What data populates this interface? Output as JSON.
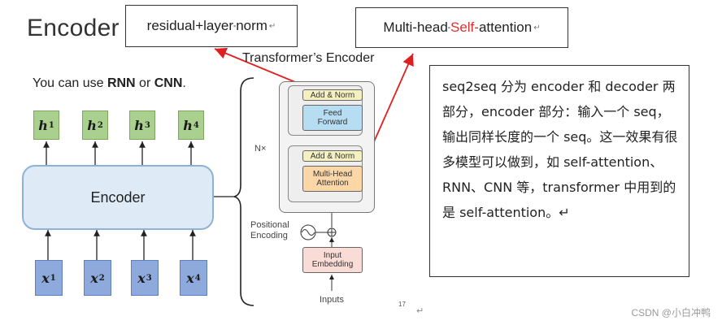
{
  "title": "Encoder",
  "callouts": {
    "left": {
      "text": "residual+layer",
      "dot": "▪",
      "text2": "norm",
      "mark": "↵"
    },
    "right": {
      "text": "Multi-head",
      "dot": "▪",
      "highlight": "Self-",
      "text2": "attention",
      "mark": "↵"
    }
  },
  "left_diagram": {
    "subtitle_prefix": "You can use ",
    "subtitle_rnn": "RNN",
    "subtitle_or": " or ",
    "subtitle_cnn": "CNN",
    "subtitle_suffix": ".",
    "encoder_label": "Encoder",
    "outputs": [
      {
        "base": "h",
        "sup": "1"
      },
      {
        "base": "h",
        "sup": "2"
      },
      {
        "base": "h",
        "sup": "3"
      },
      {
        "base": "h",
        "sup": "4"
      }
    ],
    "inputs": [
      {
        "base": "x",
        "sup": "1"
      },
      {
        "base": "x",
        "sup": "2"
      },
      {
        "base": "x",
        "sup": "3"
      },
      {
        "base": "x",
        "sup": "4"
      }
    ]
  },
  "transformer": {
    "title": "Transformer’s Encoder",
    "add_norm": "Add & Norm",
    "feed_forward_l1": "Feed",
    "feed_forward_l2": "Forward",
    "mha_l1": "Multi-Head",
    "mha_l2": "Attention",
    "input_emb_l1": "Input",
    "input_emb_l2": "Embedding",
    "nx": "N×",
    "pos_l1": "Positional",
    "pos_l2": "Encoding",
    "inputs": "Inputs",
    "page_number": "17",
    "page_mark": "↵"
  },
  "note": {
    "text": "seq2seq 分为 encoder 和 decoder 两部分，encoder 部分：输入一个 seq，输出同样长度的一个 seq。这一效果有很多模型可以做到，如 self-attention、RNN、CNN 等，transformer 中用到的是 self-attention。↵"
  },
  "footer": "CSDN @小白冲鸭",
  "colors": {
    "output_box": "#a9d08e",
    "input_box": "#8ea9db",
    "encoder_fill": "#deebf7",
    "arrow_red": "#e02020",
    "highlight_red": "#e03030"
  }
}
